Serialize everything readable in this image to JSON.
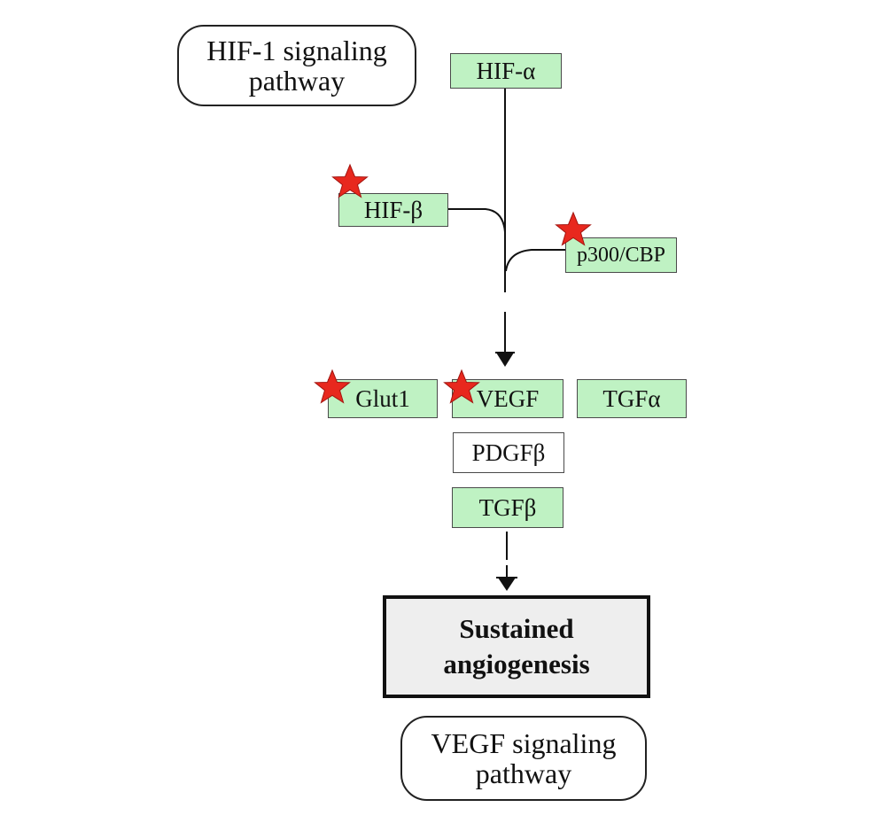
{
  "diagram": {
    "pathways": {
      "hif1": {
        "line1": "HIF-1 signaling",
        "line2": "pathway"
      },
      "vegf": {
        "line1": "VEGF signaling",
        "line2": "pathway"
      }
    },
    "genes": {
      "hif_alpha": "HIF-α",
      "hif_beta": "HIF-β",
      "p300": "p300/CBP",
      "glut1": "Glut1",
      "vegf": "VEGF",
      "tgf_alpha": "TGFα",
      "pdgf_beta": "PDGFβ",
      "tgf_beta": "TGFβ"
    },
    "outcome": {
      "line1": "Sustained",
      "line2": "angiogenesis"
    },
    "colors": {
      "gene_fill": "#bff2c3",
      "star_fill": "#e8281e",
      "outcome_fill": "#eeeeee"
    },
    "marked_genes": [
      "hif_beta",
      "p300",
      "glut1",
      "vegf"
    ]
  }
}
